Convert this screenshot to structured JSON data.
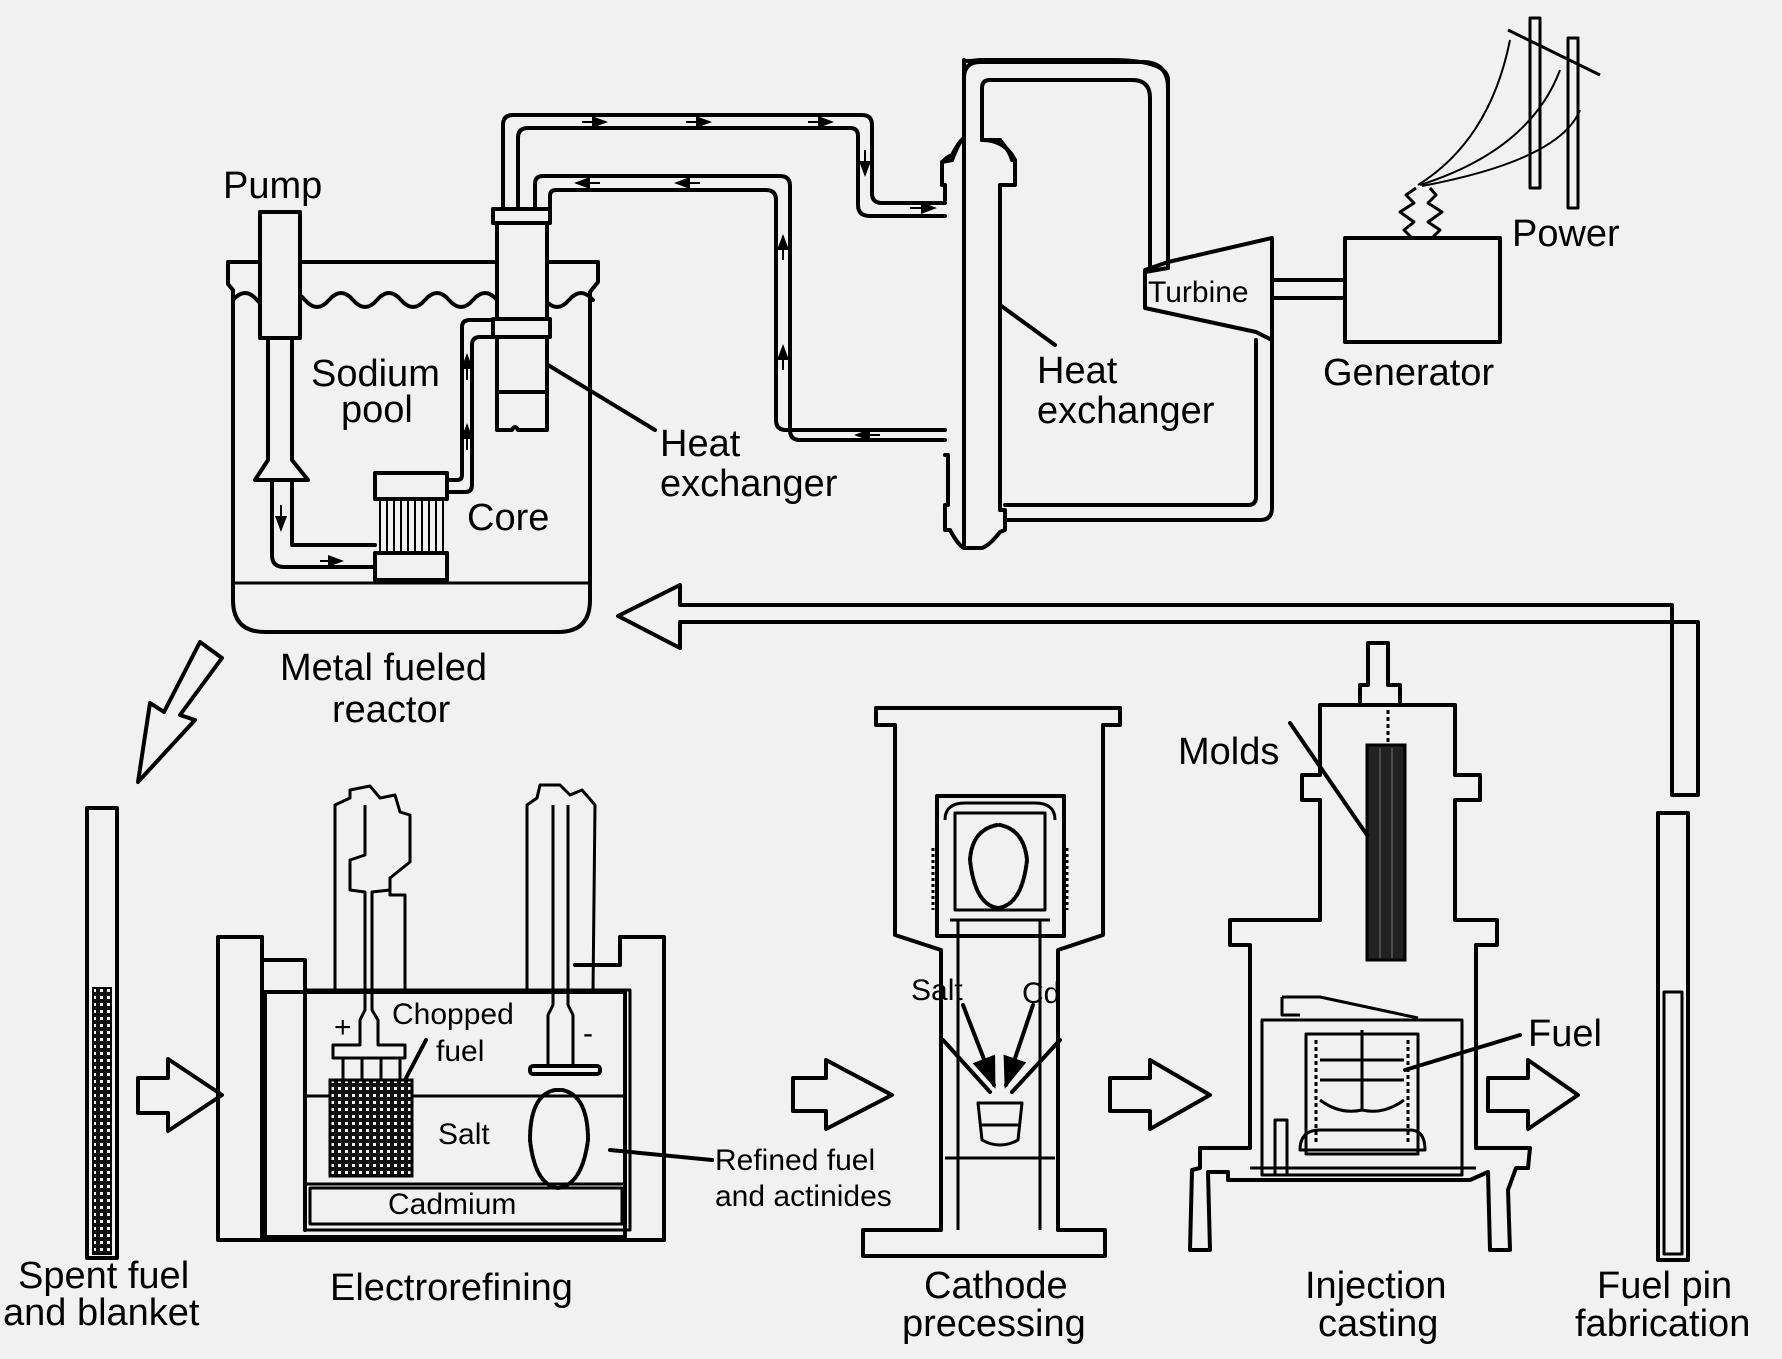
{
  "diagram": {
    "title": "Integral fast reactor metal fuel cycle",
    "colors": {
      "background": "#f1f1f1",
      "ink": "#000000"
    },
    "reactor_section": {
      "pump": "Pump",
      "sodium_pool_line1": "Sodium",
      "sodium_pool_line2": "pool",
      "core": "Core",
      "heat_exchanger_line1": "Heat",
      "heat_exchanger_line2": "exchanger",
      "caption_line1": "Metal fueled",
      "caption_line2": "reactor"
    },
    "power_section": {
      "heat_exchanger_line1": "Heat",
      "heat_exchanger_line2": "exchanger",
      "turbine": "Turbine",
      "generator": "Generator",
      "power": "Power"
    },
    "fuel_cycle": {
      "spent_fuel_line1": "Spent fuel",
      "spent_fuel_line2": "and blanket",
      "electrorefining": {
        "caption": "Electrorefining",
        "chopped_fuel_line1": "Chopped",
        "chopped_fuel_line2": "fuel",
        "salt": "Salt",
        "cadmium": "Cadmium",
        "anode_sign": "+",
        "cathode_sign": "-",
        "refined_line1": "Refined fuel",
        "refined_line2": "and actinides"
      },
      "cathode_processing": {
        "caption_line1": "Cathode",
        "caption_line2": "precessing",
        "salt": "Salt",
        "cd": "Cd"
      },
      "injection_casting": {
        "caption_line1": "Injection",
        "caption_line2": "casting",
        "molds": "Molds",
        "fuel": "Fuel"
      },
      "fuel_pin": {
        "caption_line1": "Fuel pin",
        "caption_line2": "fabrication"
      }
    }
  }
}
